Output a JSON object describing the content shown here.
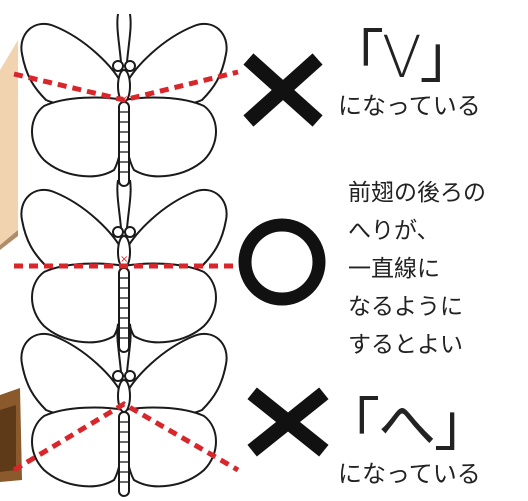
{
  "colors": {
    "guide_line": "#d9262b",
    "mark": "#111111",
    "outline": "#1a1a1a",
    "bg_peach": "#f2d3b0",
    "bg_brown": "#8a5a2c"
  },
  "rows": [
    {
      "verdict": "bad",
      "symbol": "✕",
      "quote": "「V」",
      "caption": "になっている"
    },
    {
      "verdict": "good",
      "symbol": "◯"
    },
    {
      "verdict": "bad",
      "symbol": "✕",
      "quote": "「へ」",
      "caption": "になっている"
    }
  ],
  "tip_lines": [
    "前翅の後ろの",
    "へりが、",
    "一直線に",
    "なるように",
    "するとよい"
  ]
}
